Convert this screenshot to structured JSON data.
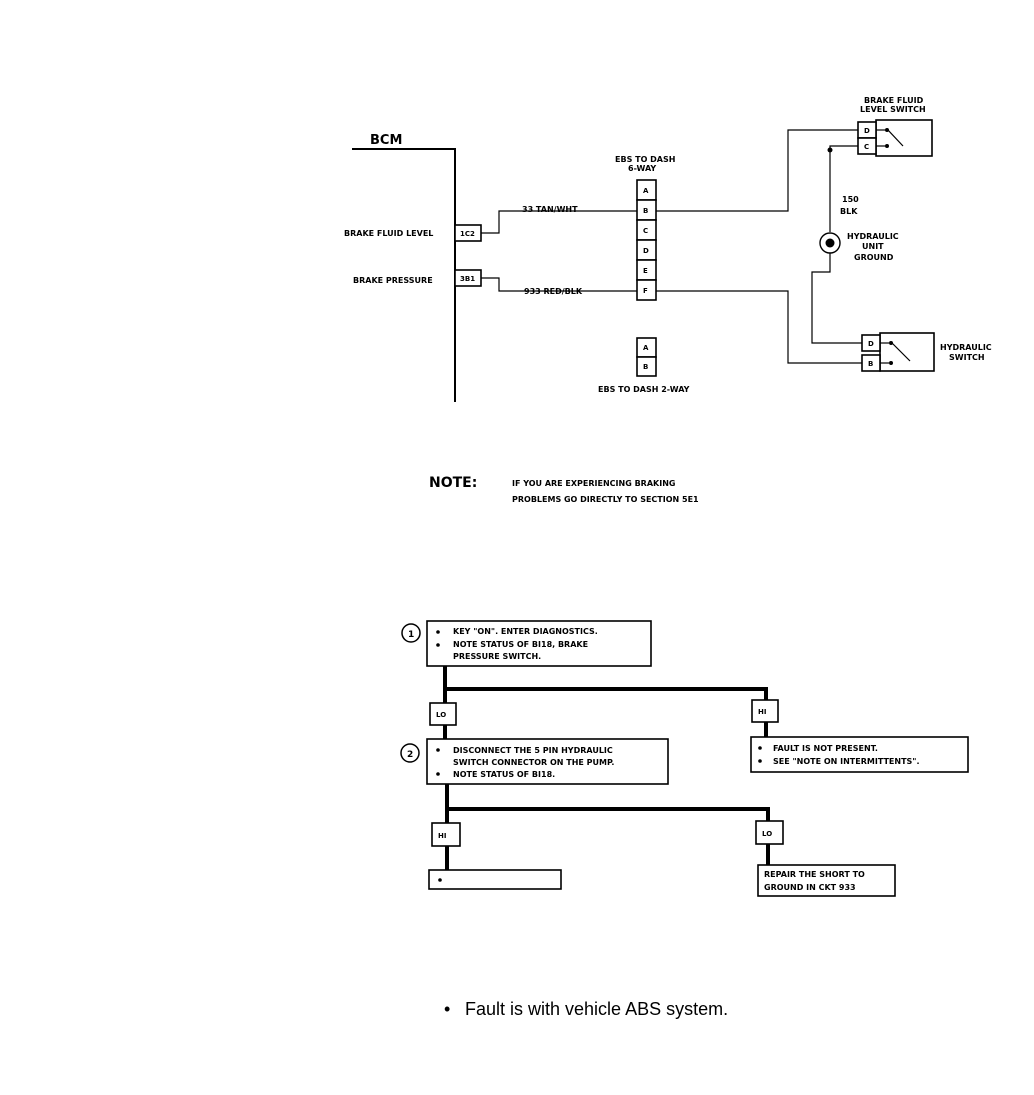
{
  "wiring": {
    "bcm_label": "BCM",
    "brake_fluid_level_label": "BRAKE FLUID LEVEL",
    "brake_fluid_level_pin": "1C2",
    "brake_pressure_label": "BRAKE PRESSURE",
    "brake_pressure_pin": "3B1",
    "wire_33": "33 TAN/WHT",
    "wire_933": "933 RED/BLK",
    "ebs6_title_line1": "EBS TO DASH",
    "ebs6_title_line2": "6-WAY",
    "ebs6_pins": [
      "A",
      "B",
      "C",
      "D",
      "E",
      "F"
    ],
    "ebs2_pins": [
      "A",
      "B"
    ],
    "ebs2_label": "EBS TO DASH 2-WAY",
    "fluid_switch_line1": "BRAKE FLUID",
    "fluid_switch_line2": "LEVEL SWITCH",
    "fluid_switch_pins": [
      "D",
      "C"
    ],
    "wire_150": "150",
    "wire_150_color": "BLK",
    "ground_line1": "HYDRAULIC",
    "ground_line2": "UNIT",
    "ground_line3": "GROUND",
    "hyd_switch_line1": "HYDRAULIC",
    "hyd_switch_line2": "SWITCH",
    "hyd_switch_pins": [
      "D",
      "B"
    ]
  },
  "note": {
    "label": "NOTE:",
    "line1": "IF YOU ARE EXPERIENCING BRAKING",
    "line2": "PROBLEMS GO DIRECTLY TO SECTION 5E1"
  },
  "flowchart": {
    "step1_number": "1",
    "step1_line1": "KEY \"ON\". ENTER DIAGNOSTICS.",
    "step1_line2": "NOTE STATUS OF BI18, BRAKE",
    "step1_line3": "PRESSURE SWITCH.",
    "branch1_lo": "LO",
    "branch1_hi": "HI",
    "step2_number": "2",
    "step2_line1": "DISCONNECT THE 5 PIN HYDRAULIC",
    "step2_line2": "SWITCH CONNECTOR ON THE PUMP.",
    "step2_line3": "NOTE STATUS OF BI18.",
    "hi_result_line1": "FAULT IS NOT PRESENT.",
    "hi_result_line2": "SEE \"NOTE ON INTERMITTENTS\".",
    "branch2_hi": "HI",
    "branch2_lo": "LO",
    "repair_line1": "REPAIR THE SHORT TO",
    "repair_line2": "GROUND IN CKT 933"
  },
  "footer": {
    "bullet": "•",
    "text": "Fault is with vehicle ABS system."
  }
}
